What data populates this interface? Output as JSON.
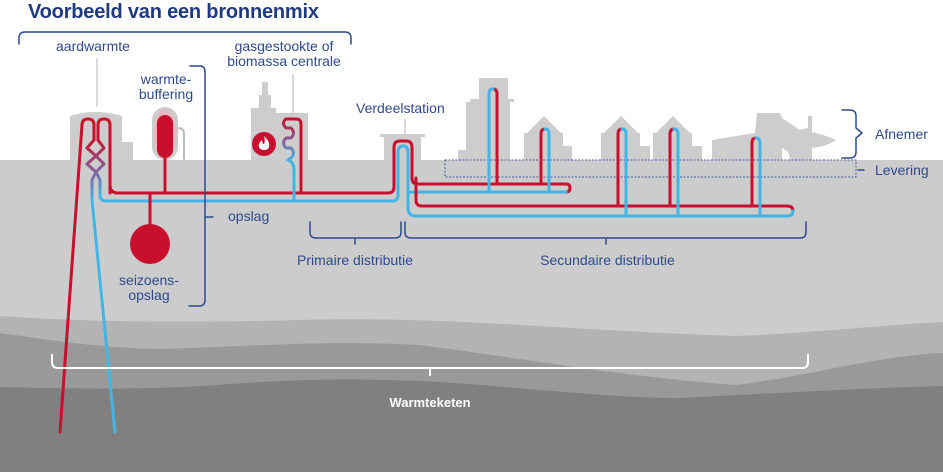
{
  "title": "Voorbeeld van een bronnenmix",
  "labels": {
    "aardwarmte": "aardwarmte",
    "gasgestookte_line1": "gasgestookte of",
    "gasgestookte_line2": "biomassa centrale",
    "warmtebuffering_line1": "warmte-",
    "warmtebuffering_line2": "buffering",
    "opslag": "opslag",
    "seizoensopslag_line1": "seizoens-",
    "seizoensopslag_line2": "opslag",
    "verdeelstation": "Verdeelstation",
    "primaire_distributie": "Primaire distributie",
    "secundaire_distributie": "Secundaire distributie",
    "afnemer": "Afnemer",
    "levering": "Levering",
    "warmteketen": "Warmteketen"
  },
  "icons": {
    "flame": "flame-icon"
  },
  "colors": {
    "hot_pipe": "#c8102e",
    "cold_pipe": "#41b6e6",
    "label_blue": "#2f4a8c",
    "ground_top": "#cccccc",
    "ground_mid": "#b3b3b3",
    "ground_deep": "#999999",
    "ground_bottom": "#808080",
    "buildings": "#cdcdcd"
  }
}
